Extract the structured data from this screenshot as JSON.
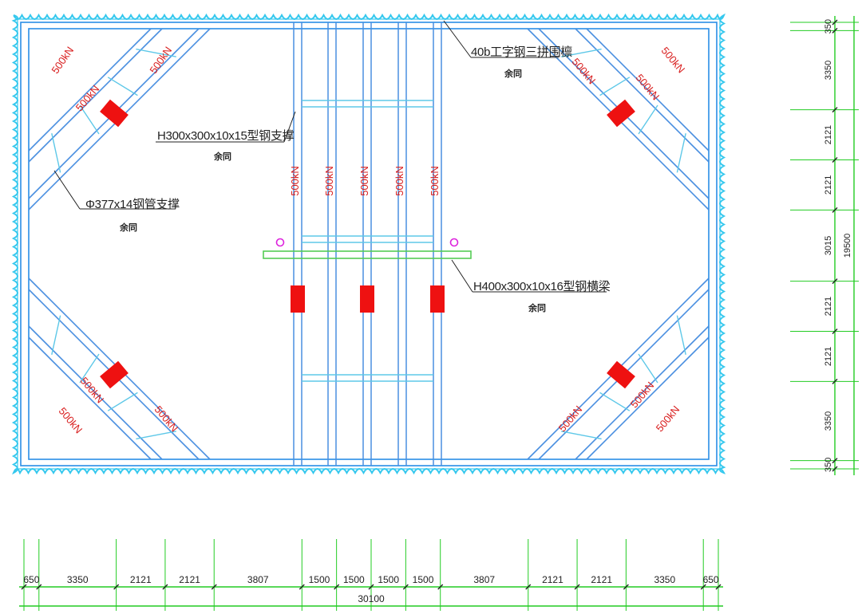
{
  "callouts": {
    "diag_brace": {
      "label": "Φ377x14钢管支撑",
      "sub": "余同"
    },
    "h300_brace": {
      "label": "H300x300x10x15型钢支撑",
      "sub": "余同"
    },
    "i40_beam": {
      "label": "40b工字钢三拼围檩",
      "sub": "余同"
    },
    "h400_beam": {
      "label": "H400x300x10x16型钢横梁",
      "sub": "余同"
    }
  },
  "load_label": "500kN",
  "dims_bottom": {
    "segments": [
      "650",
      "3350",
      "2121",
      "2121",
      "3807",
      "1500",
      "1500",
      "1500",
      "1500",
      "3807",
      "2121",
      "2121",
      "3350",
      "650"
    ],
    "total": "30100"
  },
  "dims_right": {
    "segments": [
      "350",
      "3350",
      "2121",
      "2121",
      "3015",
      "2121",
      "2121",
      "3350",
      "350"
    ],
    "total": "19500"
  },
  "colors": {
    "frame": "#2a8de6",
    "sheet_pile": "#35c8ee",
    "brace": "#4a8fe0",
    "tie": "#5ec8e8",
    "jack": "#ee1111",
    "load_text": "#d81c1c",
    "dim": "#22cc22",
    "marker": "#dd22dd",
    "beam": "#55cc55",
    "leader": "#222222"
  }
}
